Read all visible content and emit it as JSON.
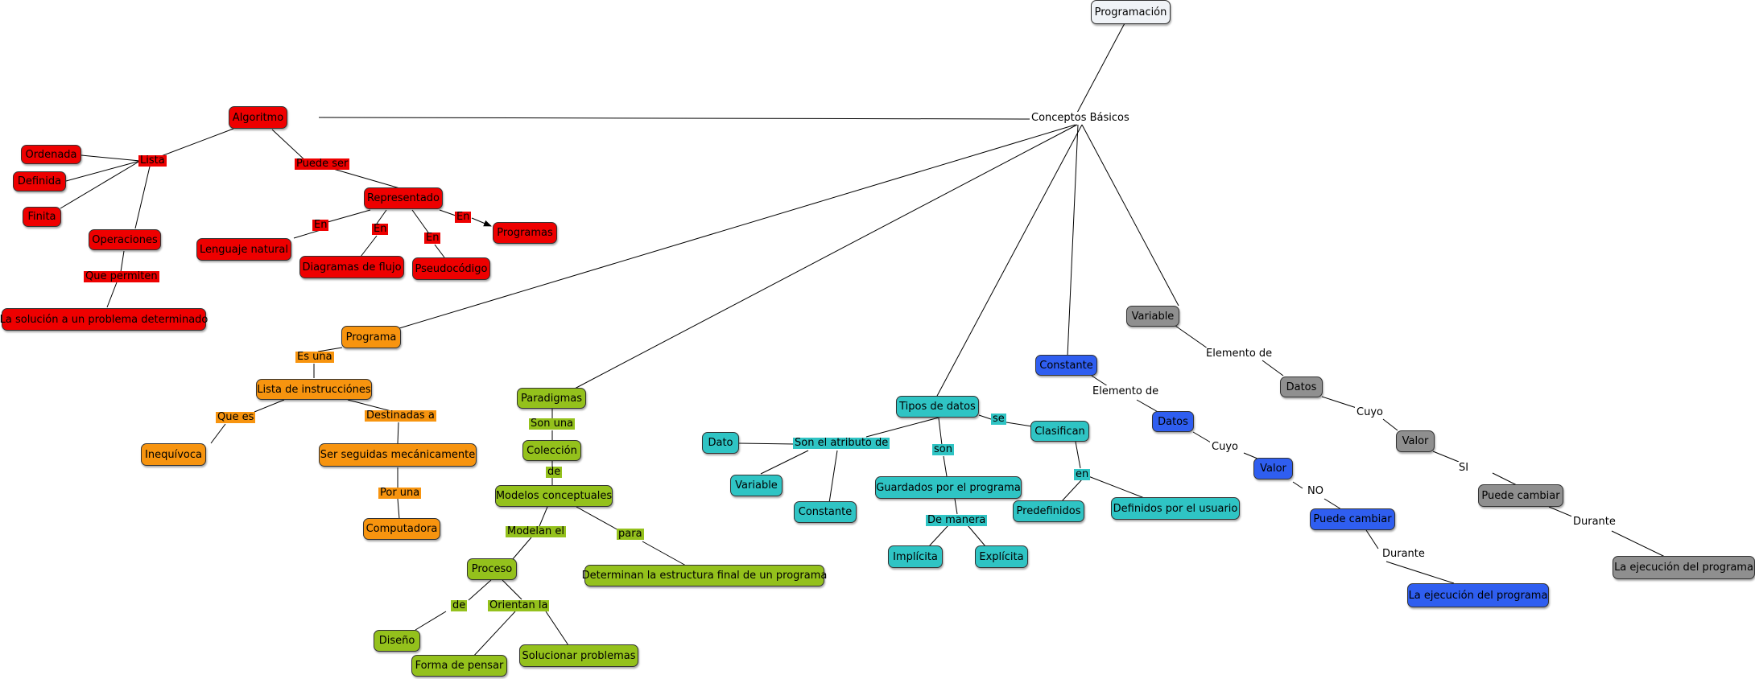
{
  "concept_map": {
    "nodes": {
      "programacion": "Programación",
      "conceptos": "Conceptos Básicos",
      "algoritmo": "Algoritmo",
      "ordenada": "Ordenada",
      "definida": "Definida",
      "finita": "Finita",
      "operaciones": "Operaciones",
      "solucion": "La solución a un problema determinado",
      "representado": "Representado",
      "lenguaje": "Lenguaje natural",
      "diagramas": "Diagramas de flujo",
      "pseudocodigo": "Pseudocódigo",
      "programas": "Programas",
      "programa": "Programa",
      "lista_instr": "Lista de instrucciónes",
      "inequivoca": "Inequívoca",
      "seguidas": "Ser seguidas mecánicamente",
      "computadora": "Computadora",
      "paradigmas": "Paradigmas",
      "coleccion": "Colección",
      "modelos": "Modelos conceptuales",
      "proceso": "Proceso",
      "determinan": "Determinan la estructura final de un programa",
      "diseno": "Diseño",
      "forma": "Forma de pensar",
      "solucionar": "Solucionar problemas",
      "tipos": "Tipos de datos",
      "dato": "Dato",
      "variable_t": "Variable",
      "constante_t": "Constante",
      "guardados": "Guardados por el programa",
      "implicita": "Implícita",
      "explicita": "Explícita",
      "clasifican": "Clasifican",
      "predefinidos": "Predefinidos",
      "definidos": "Definidos por el usuario",
      "constante": "Constante",
      "datos_b": "Datos",
      "valor_b": "Valor",
      "puede_b": "Puede cambiar",
      "ejec_b": "La ejecución del programa",
      "variable": "Variable",
      "datos_g": "Datos",
      "valor_g": "Valor",
      "puede_g": "Puede cambiar",
      "ejec_g": "La ejecución del programa"
    },
    "links": {
      "lista": "Lista",
      "puede_ser": "Puede ser",
      "que_permiten": "Que permiten",
      "en1": "En",
      "en2": "En",
      "en3": "En",
      "en4": "En",
      "es_una": "Es una",
      "que_es": "Que es",
      "destinadas": "Destinadas a",
      "por_una": "Por una",
      "son_una": "Son una",
      "de1": "de",
      "modelan": "Modelan el",
      "para": "para",
      "de2": "de",
      "orientan": "Orientan la",
      "son_atributo": "Son el atributo de",
      "son": "son",
      "de_manera": "De manera",
      "se": "se",
      "en_t": "en",
      "elemento_b": "Elemento de",
      "cuyo_b": "Cuyo",
      "no": "NO",
      "durante_b": "Durante",
      "elemento_g": "Elemento de",
      "cuyo_g": "Cuyo",
      "si": "SI",
      "durante_g": "Durante"
    },
    "colors": {
      "red": "#ee0000",
      "orange": "#f7940f",
      "green": "#94c11c",
      "teal": "#2fc4c4",
      "blue": "#2f5ef0",
      "gray": "#8f8f8f",
      "root": "#f0f3f7"
    }
  }
}
